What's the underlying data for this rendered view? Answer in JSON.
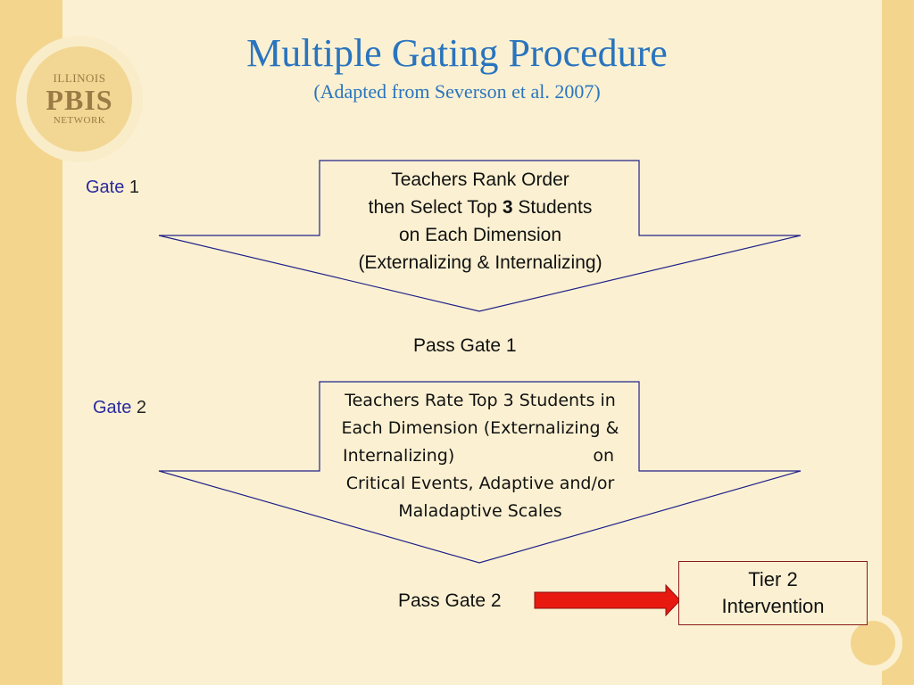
{
  "logo": {
    "line1": "ILLINOIS",
    "line2": "PBIS",
    "line3": "NETWORK"
  },
  "title": "Multiple Gating Procedure",
  "subtitle": "(Adapted from Severson et al. 2007)",
  "gate1": {
    "label_word": "Gate",
    "label_num": "1",
    "line1": "Teachers Rank Order",
    "line2_pre": "then Select Top ",
    "line2_bold": "3",
    "line2_post": " Students",
    "line3": "on Each Dimension",
    "line4": "(Externalizing & Internalizing)",
    "pass": "Pass Gate 1"
  },
  "gate2": {
    "label_word": "Gate",
    "label_num": "2",
    "line1": "Teachers Rate Top 3 Students in",
    "line2": "Each Dimension (Externalizing &",
    "line3a": "Internalizing)",
    "line3b": "on",
    "line4": "Critical Events, Adaptive and/or",
    "line5": "Maladaptive Scales",
    "pass": "Pass Gate 2"
  },
  "tier": {
    "line1": "Tier 2",
    "line2": "Intervention"
  },
  "colors": {
    "title": "#2a74be",
    "arrow_stroke": "#22228a",
    "red_arrow": "#e8190f",
    "box_border": "#8b1a1a"
  }
}
